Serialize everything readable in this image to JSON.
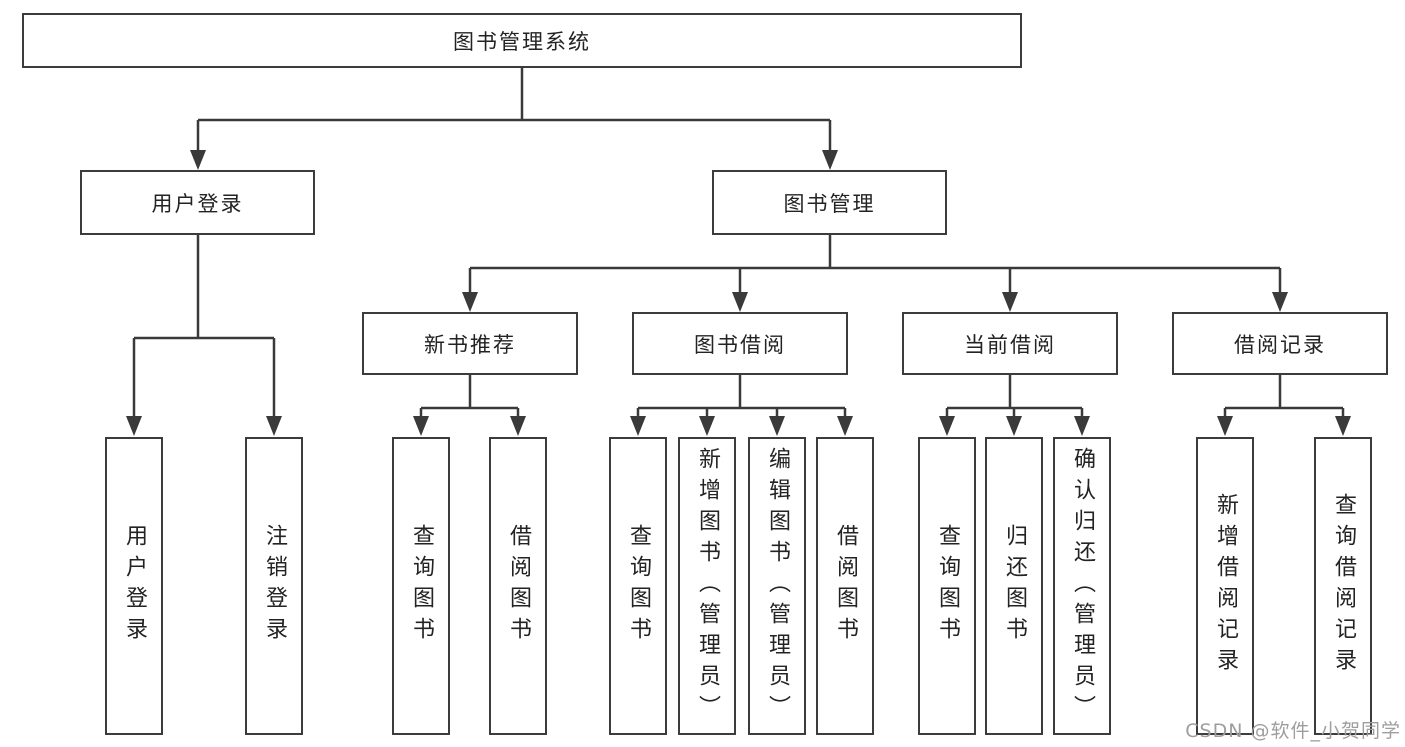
{
  "diagram": {
    "root": {
      "label": "图书管理系统"
    },
    "level1": [
      {
        "label": "用户登录"
      },
      {
        "label": "图书管理"
      }
    ],
    "level2": [
      {
        "label": "新书推荐"
      },
      {
        "label": "图书借阅"
      },
      {
        "label": "当前借阅"
      },
      {
        "label": "借阅记录"
      }
    ],
    "leaves": {
      "login": [
        "用户登录",
        "注销登录"
      ],
      "new_books": [
        "查询图书",
        "借阅图书"
      ],
      "book_borrow": [
        "查询图书",
        "新增图书（管理员）",
        "编辑图书（管理员）",
        "借阅图书"
      ],
      "current_borrow": [
        "查询图书",
        "归还图书",
        "确认归还（管理员）"
      ],
      "borrow_records": [
        "新增借阅记录",
        "查询借阅记录"
      ]
    },
    "colors": {
      "line": "#3a3a3a",
      "box_border": "#3c3c3c",
      "text": "#232323"
    }
  },
  "watermark": {
    "text": "CSDN @软件_小贺同学",
    "color": "#9e9e9e"
  }
}
